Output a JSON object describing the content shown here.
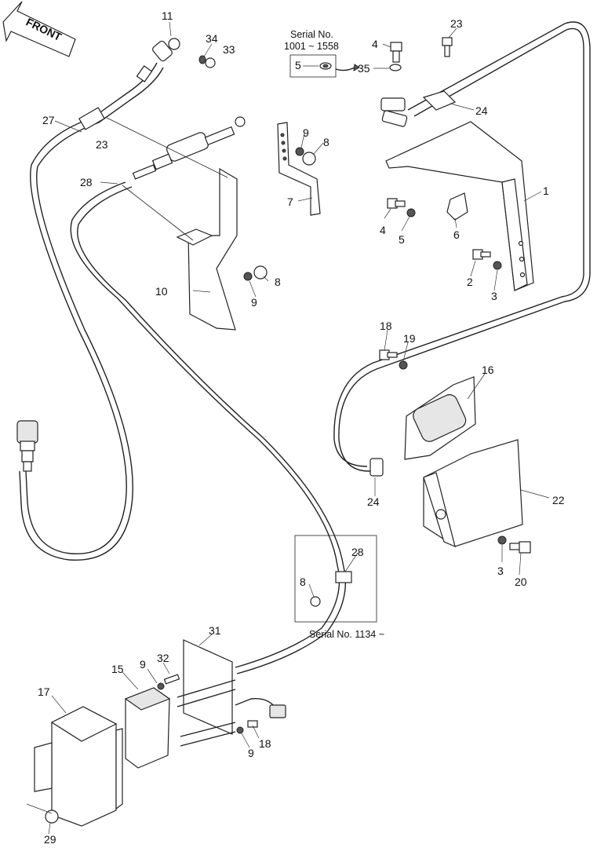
{
  "front_label": "FRONT",
  "serial_note_1": {
    "line1": "Serial No.",
    "line2": "1001 ~ 1558"
  },
  "serial_note_2": "Serial No. 1134 ~",
  "inset_part": "5",
  "part_labels": {
    "p1": "1",
    "p2": "2",
    "p3a": "3",
    "p3b": "3",
    "p4a": "4",
    "p4b": "4",
    "p5a": "5",
    "p6": "6",
    "p7": "7",
    "p8a": "8",
    "p8b": "8",
    "p8c": "8",
    "p9a": "9",
    "p9b": "9",
    "p9c": "9",
    "p9d": "9",
    "p10": "10",
    "p11": "11",
    "p15": "15",
    "p16": "16",
    "p17": "17",
    "p18a": "18",
    "p18b": "18",
    "p19": "19",
    "p20": "20",
    "p22": "22",
    "p23a": "23",
    "p23b": "23",
    "p24a": "24",
    "p24b": "24",
    "p27": "27",
    "p28a": "28",
    "p28b": "28",
    "p29": "29",
    "p31": "31",
    "p32": "32",
    "p33": "33",
    "p34": "34",
    "p35": "35"
  }
}
